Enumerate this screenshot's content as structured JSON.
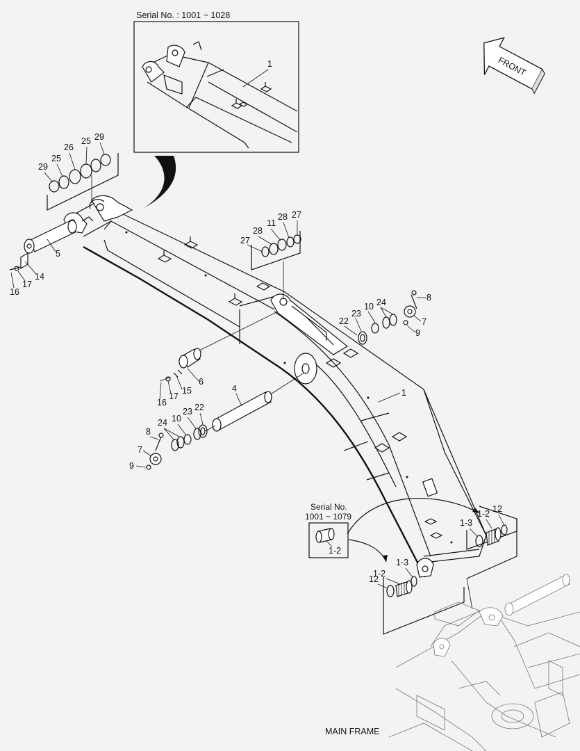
{
  "inset_serial_label": "Serial No. : 1001 ~ 1028",
  "bushing_serial_line1": "Serial No.",
  "bushing_serial_line2": "1001 ~ 1079",
  "front_label": "FRONT",
  "main_frame_label": "MAIN FRAME",
  "callouts": {
    "inset_1": "1",
    "left_29a": "29",
    "left_25a": "25",
    "left_26": "26",
    "left_25b": "25",
    "left_29b": "29",
    "pin_5": "5",
    "c_14": "14",
    "c_17a": "17",
    "c_16a": "16",
    "top_27a": "27",
    "top_28a": "28",
    "top_11": "11",
    "top_28b": "28",
    "top_27b": "27",
    "r_8": "8",
    "r_7": "7",
    "r_9": "9",
    "r_24": "24",
    "r_10": "10",
    "r_23": "23",
    "r_22": "22",
    "boom_1": "1",
    "c_6": "6",
    "c_15": "15",
    "c_17b": "17",
    "c_16b": "16",
    "pin_4": "4",
    "l_8": "8",
    "l_24": "24",
    "l_10": "10",
    "l_23": "23",
    "l_22": "22",
    "l_7": "7",
    "l_9": "9",
    "bush_1_2": "1-2",
    "rr_1_3": "1-3",
    "rr_1_2": "1-2",
    "rr_12": "12",
    "lr_1_2": "1-2",
    "lr_1_3": "1-3",
    "lr_12": "12"
  }
}
